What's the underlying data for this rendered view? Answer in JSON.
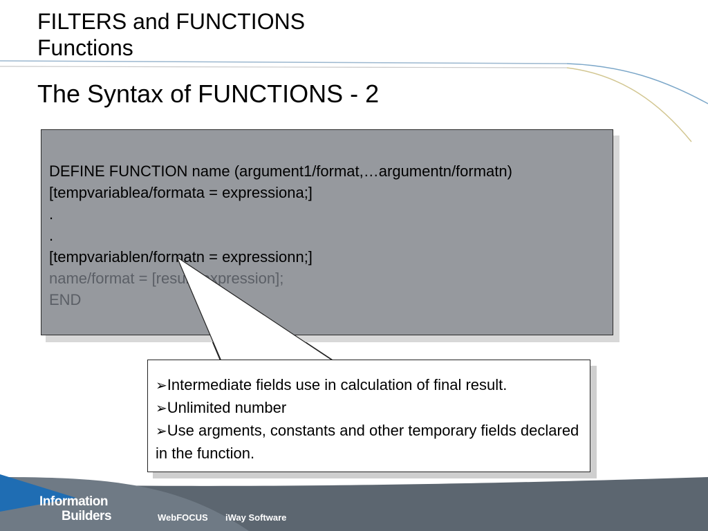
{
  "header": {
    "title": "FILTERS and FUNCTIONS",
    "subtitle": "Functions"
  },
  "slide": {
    "title": "The Syntax of FUNCTIONS - 2"
  },
  "code": {
    "lines": [
      "DEFINE FUNCTION name (argument1/format,…argumentn/formatn)",
      "[tempvariablea/formata = expressiona;]",
      ".",
      ".",
      "[tempvariablen/formatn = expressionn;]",
      "name/format = [result_expression];",
      "END"
    ]
  },
  "callout": {
    "bullets": [
      "Intermediate fields use in calculation of final result.",
      "Unlimited number",
      "Use argments, constants and other temporary fields declared in the function."
    ]
  },
  "footer": {
    "logo_line1": "Information",
    "logo_line2": "Builders",
    "link1": "WebFOCUS",
    "link2": "iWay Software"
  },
  "colors": {
    "code_box": "#96999e",
    "footer_band": "#5c6670",
    "accent_blue": "#1f6db3"
  }
}
